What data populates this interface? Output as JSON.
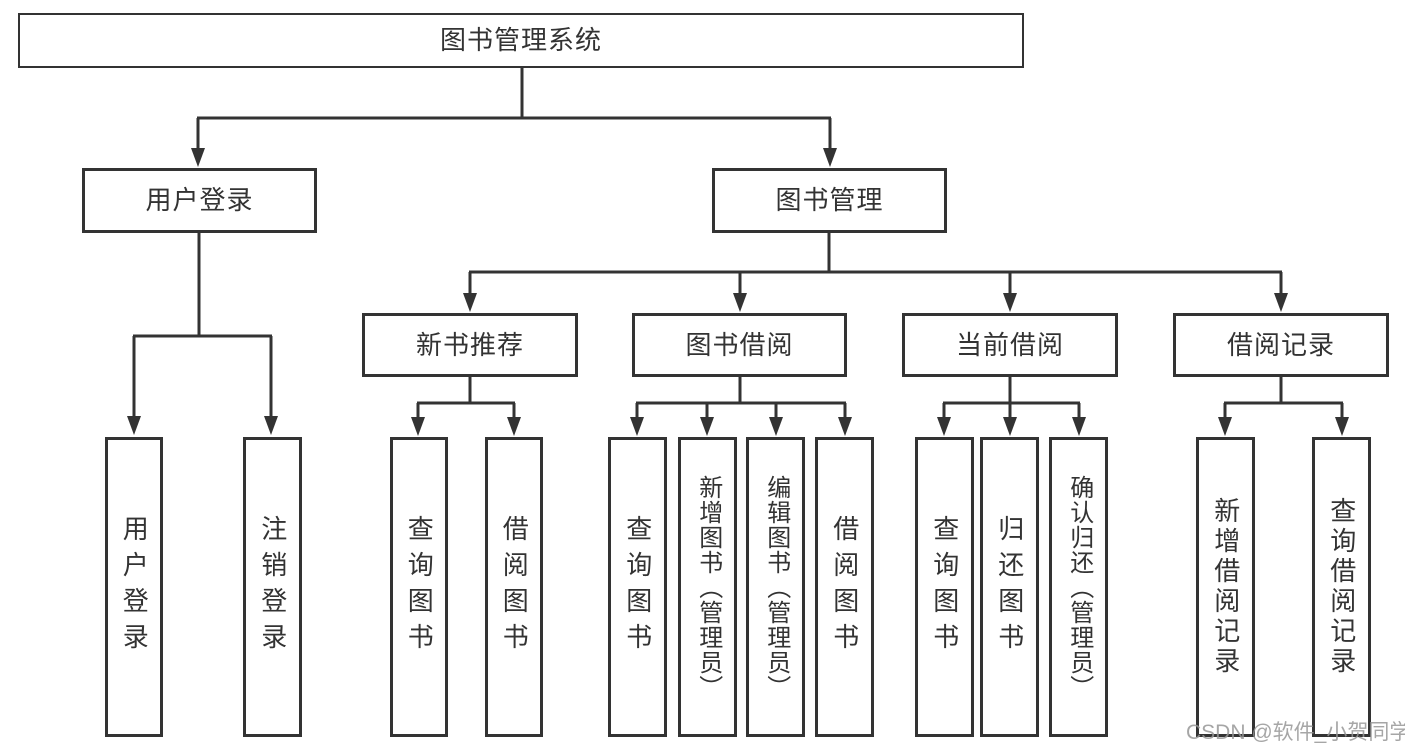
{
  "diagram": {
    "title_node": "图书管理系统",
    "level2": [
      "用户登录",
      "图书管理"
    ],
    "login_children": [
      "用户登录",
      "注销登录"
    ],
    "groups": [
      {
        "label": "新书推荐",
        "children": [
          "查询图书",
          "借阅图书"
        ]
      },
      {
        "label": "图书借阅",
        "children": [
          "查询图书",
          "新增图书（管理员）",
          "编辑图书（管理员）",
          "借阅图书"
        ]
      },
      {
        "label": "当前借阅",
        "children": [
          "查询图书",
          "归还图书",
          "确认归还（管理员）"
        ]
      },
      {
        "label": "借阅记录",
        "children": [
          "新增借阅记录",
          "查询借阅记录"
        ]
      }
    ],
    "watermark": "CSDN @软件_小贺同学",
    "colors": {
      "line": "#333333",
      "text": "#333333",
      "node_background": "#ffffff",
      "watermark": "#969696",
      "background": "#ffffff"
    }
  }
}
